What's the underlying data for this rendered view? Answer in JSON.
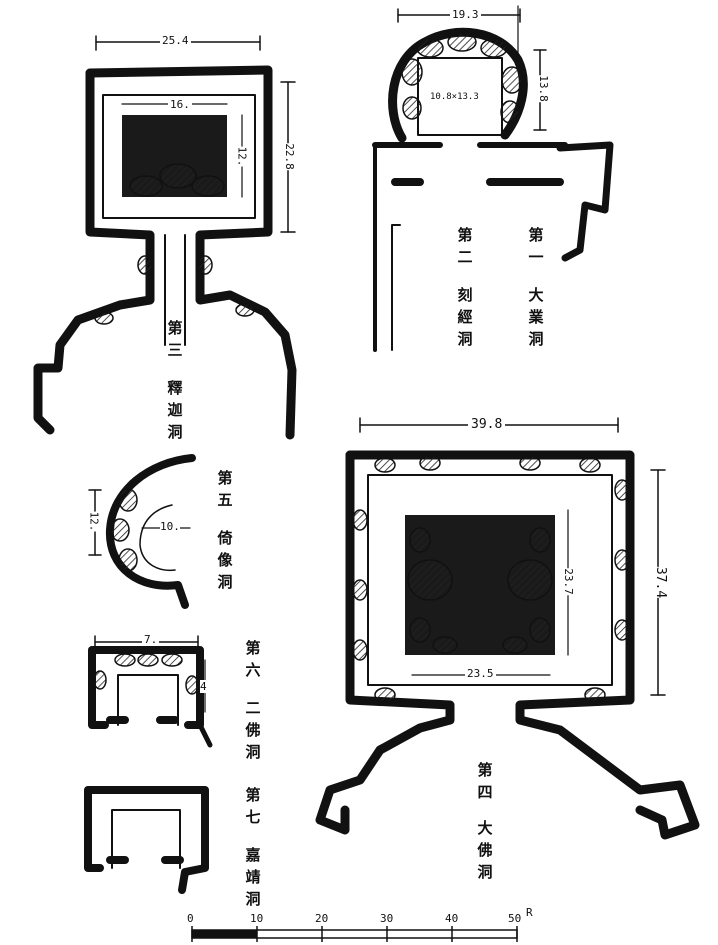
{
  "caves": {
    "c1": {
      "num": "第一",
      "name": "大業洞"
    },
    "c2": {
      "num": "第二",
      "name": "刻經洞"
    },
    "c3": {
      "num": "第三",
      "name": "釋迦洞"
    },
    "c4": {
      "num": "第四",
      "name": "大佛洞"
    },
    "c5": {
      "num": "第五",
      "name": "倚像洞"
    },
    "c6": {
      "num": "第六",
      "name": "二佛洞"
    },
    "c7": {
      "num": "第七",
      "name": "嘉靖洞"
    }
  },
  "dims": {
    "c3_width": "25.4",
    "c3_inner": "16.",
    "c3_depth": "22.8",
    "c3_inner_depth": "12.",
    "c1_width": "19.3",
    "c1_inner": "10.8×13.3",
    "c1_depth": "13.8",
    "c4_width": "39.8",
    "c4_depth": "37.4",
    "c4_inner_w": "23.5",
    "c4_inner_d": "23.7",
    "c5_depth": "12.",
    "c5_width": "10.",
    "c6_width": "7.",
    "c6_depth": "4"
  },
  "scale": {
    "ticks": [
      "0",
      "10",
      "20",
      "30",
      "40",
      "50"
    ],
    "unit": "R"
  }
}
